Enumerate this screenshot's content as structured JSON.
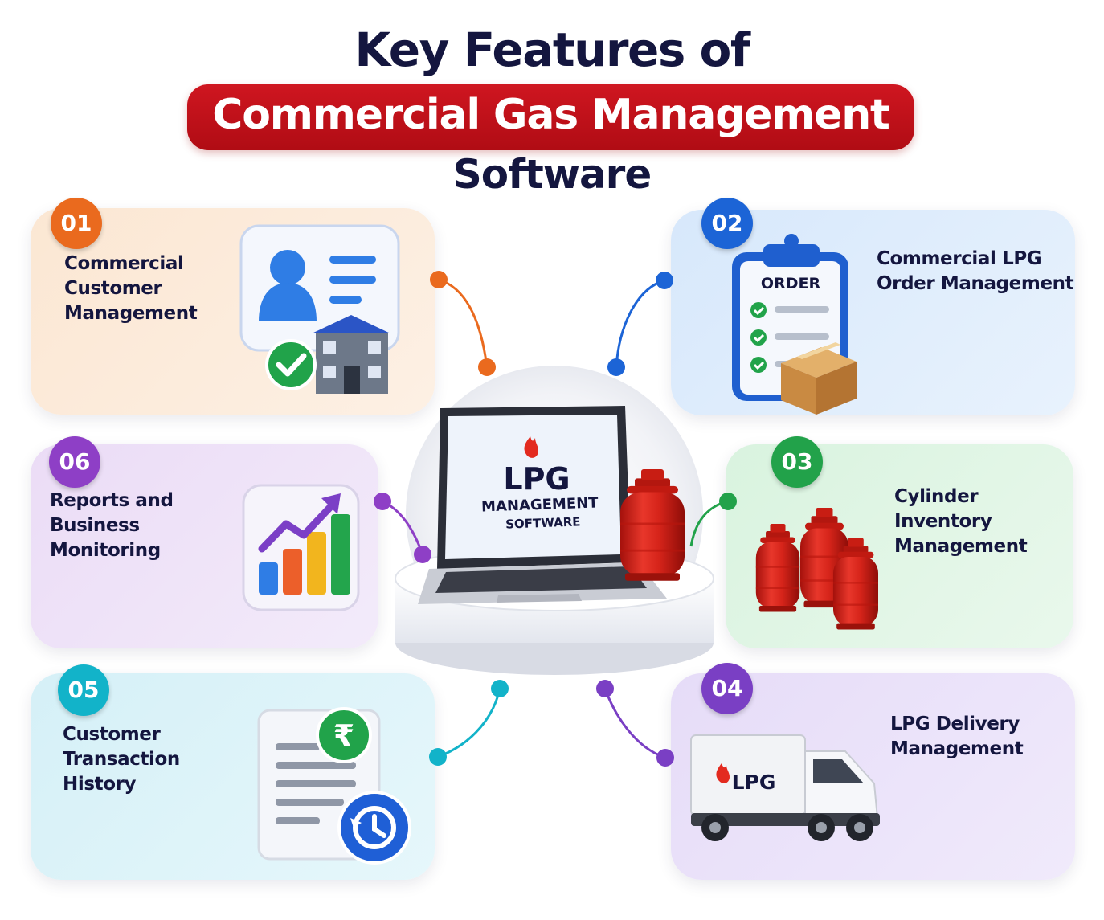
{
  "title": {
    "line1": "Key Features of",
    "line2": "Commercial Gas Management",
    "line3": "Software"
  },
  "center": {
    "screen_big": "LPG",
    "screen_line1": "MANAGEMENT",
    "screen_line2": "SOFTWARE"
  },
  "features": [
    {
      "number": "01",
      "label": "Commercial Customer Management",
      "color": "#ea6a1e"
    },
    {
      "number": "02",
      "label": "Commercial LPG Order Management",
      "color": "#1c64d6",
      "illustration_text": "ORDER"
    },
    {
      "number": "03",
      "label": "Cylinder Inventory Management",
      "color": "#22a24a"
    },
    {
      "number": "04",
      "label": "LPG Delivery Management",
      "color": "#7a3fc4",
      "illustration_text": "LPG"
    },
    {
      "number": "05",
      "label": "Customer Transaction History",
      "color": "#12b3c9",
      "illustration_text": "₹"
    },
    {
      "number": "06",
      "label": "Reports and Business Monitoring",
      "color": "#8e3fc6"
    }
  ],
  "colors": {
    "title_dark": "#14163f",
    "banner_red": "#c4121b",
    "cylinder_red": "#d8261c"
  }
}
